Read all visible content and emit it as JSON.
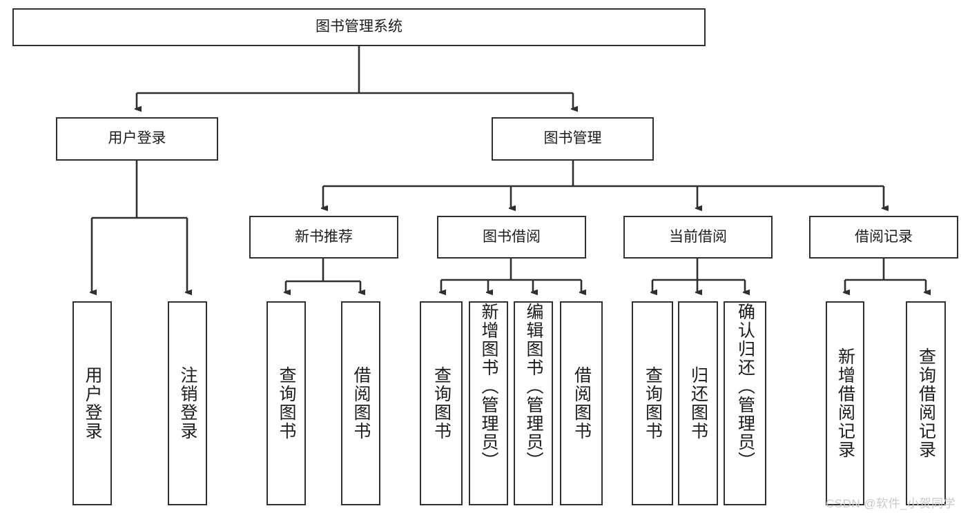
{
  "diagram": {
    "title": "图书管理系统",
    "type": "hierarchy-tree",
    "root": {
      "label": "图书管理系统"
    },
    "level2": [
      {
        "label": "用户登录"
      },
      {
        "label": "图书管理"
      }
    ],
    "level3": [
      {
        "label": "新书推荐"
      },
      {
        "label": "图书借阅"
      },
      {
        "label": "当前借阅"
      },
      {
        "label": "借阅记录"
      }
    ],
    "leaves": {
      "user_login": [
        {
          "label": "用户登录"
        },
        {
          "label": "注销登录"
        }
      ],
      "new_book_recommend": [
        {
          "label": "查询图书"
        },
        {
          "label": "借阅图书"
        }
      ],
      "book_borrow": [
        {
          "label": "查询图书"
        },
        {
          "label": "新增图书（管理员）"
        },
        {
          "label": "编辑图书（管理员）"
        },
        {
          "label": "借阅图书"
        }
      ],
      "current_borrow": [
        {
          "label": "查询图书"
        },
        {
          "label": "归还图书"
        },
        {
          "label": "确认归还（管理员）"
        }
      ],
      "borrow_record": [
        {
          "label": "新增借阅记录"
        },
        {
          "label": "查询借阅记录"
        }
      ]
    }
  },
  "watermark": {
    "text": "CSDN @软件_小贺同学"
  },
  "colors": {
    "stroke": "#2f2f2f",
    "text": "#1c1c1c",
    "background": "#ffffff",
    "watermark": "#c9c9c9"
  }
}
